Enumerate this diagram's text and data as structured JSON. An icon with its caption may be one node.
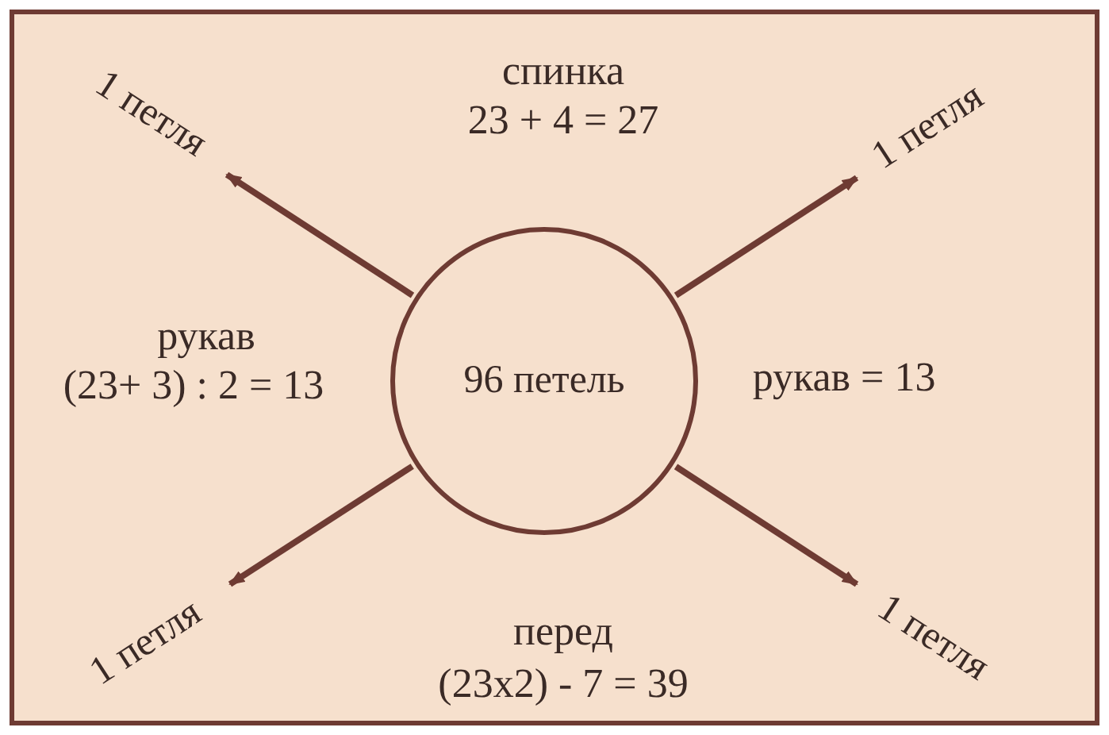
{
  "diagram": {
    "nodes": [
      {
        "text": [
          "96 петель"
        ]
      },
      {
        "text": [
          "1 петля"
        ]
      },
      {
        "text": [
          "1 петля"
        ]
      },
      {
        "text": [
          "1 петля"
        ]
      },
      {
        "text": [
          "1 петля"
        ]
      }
    ],
    "edges": [
      {
        "from": 0,
        "to": 1,
        "arrow": "to"
      },
      {
        "from": 0,
        "to": 2,
        "arrow": "to"
      },
      {
        "from": 0,
        "to": 3,
        "arrow": "to"
      },
      {
        "from": 0,
        "to": 4,
        "arrow": "to"
      }
    ],
    "labels": [
      "спинка",
      "23 + 4 = 27",
      "рукав",
      "(23+ 3) : 2 = 13",
      "рукав = 13",
      "перед",
      "(23x2) - 7 = 39"
    ]
  }
}
